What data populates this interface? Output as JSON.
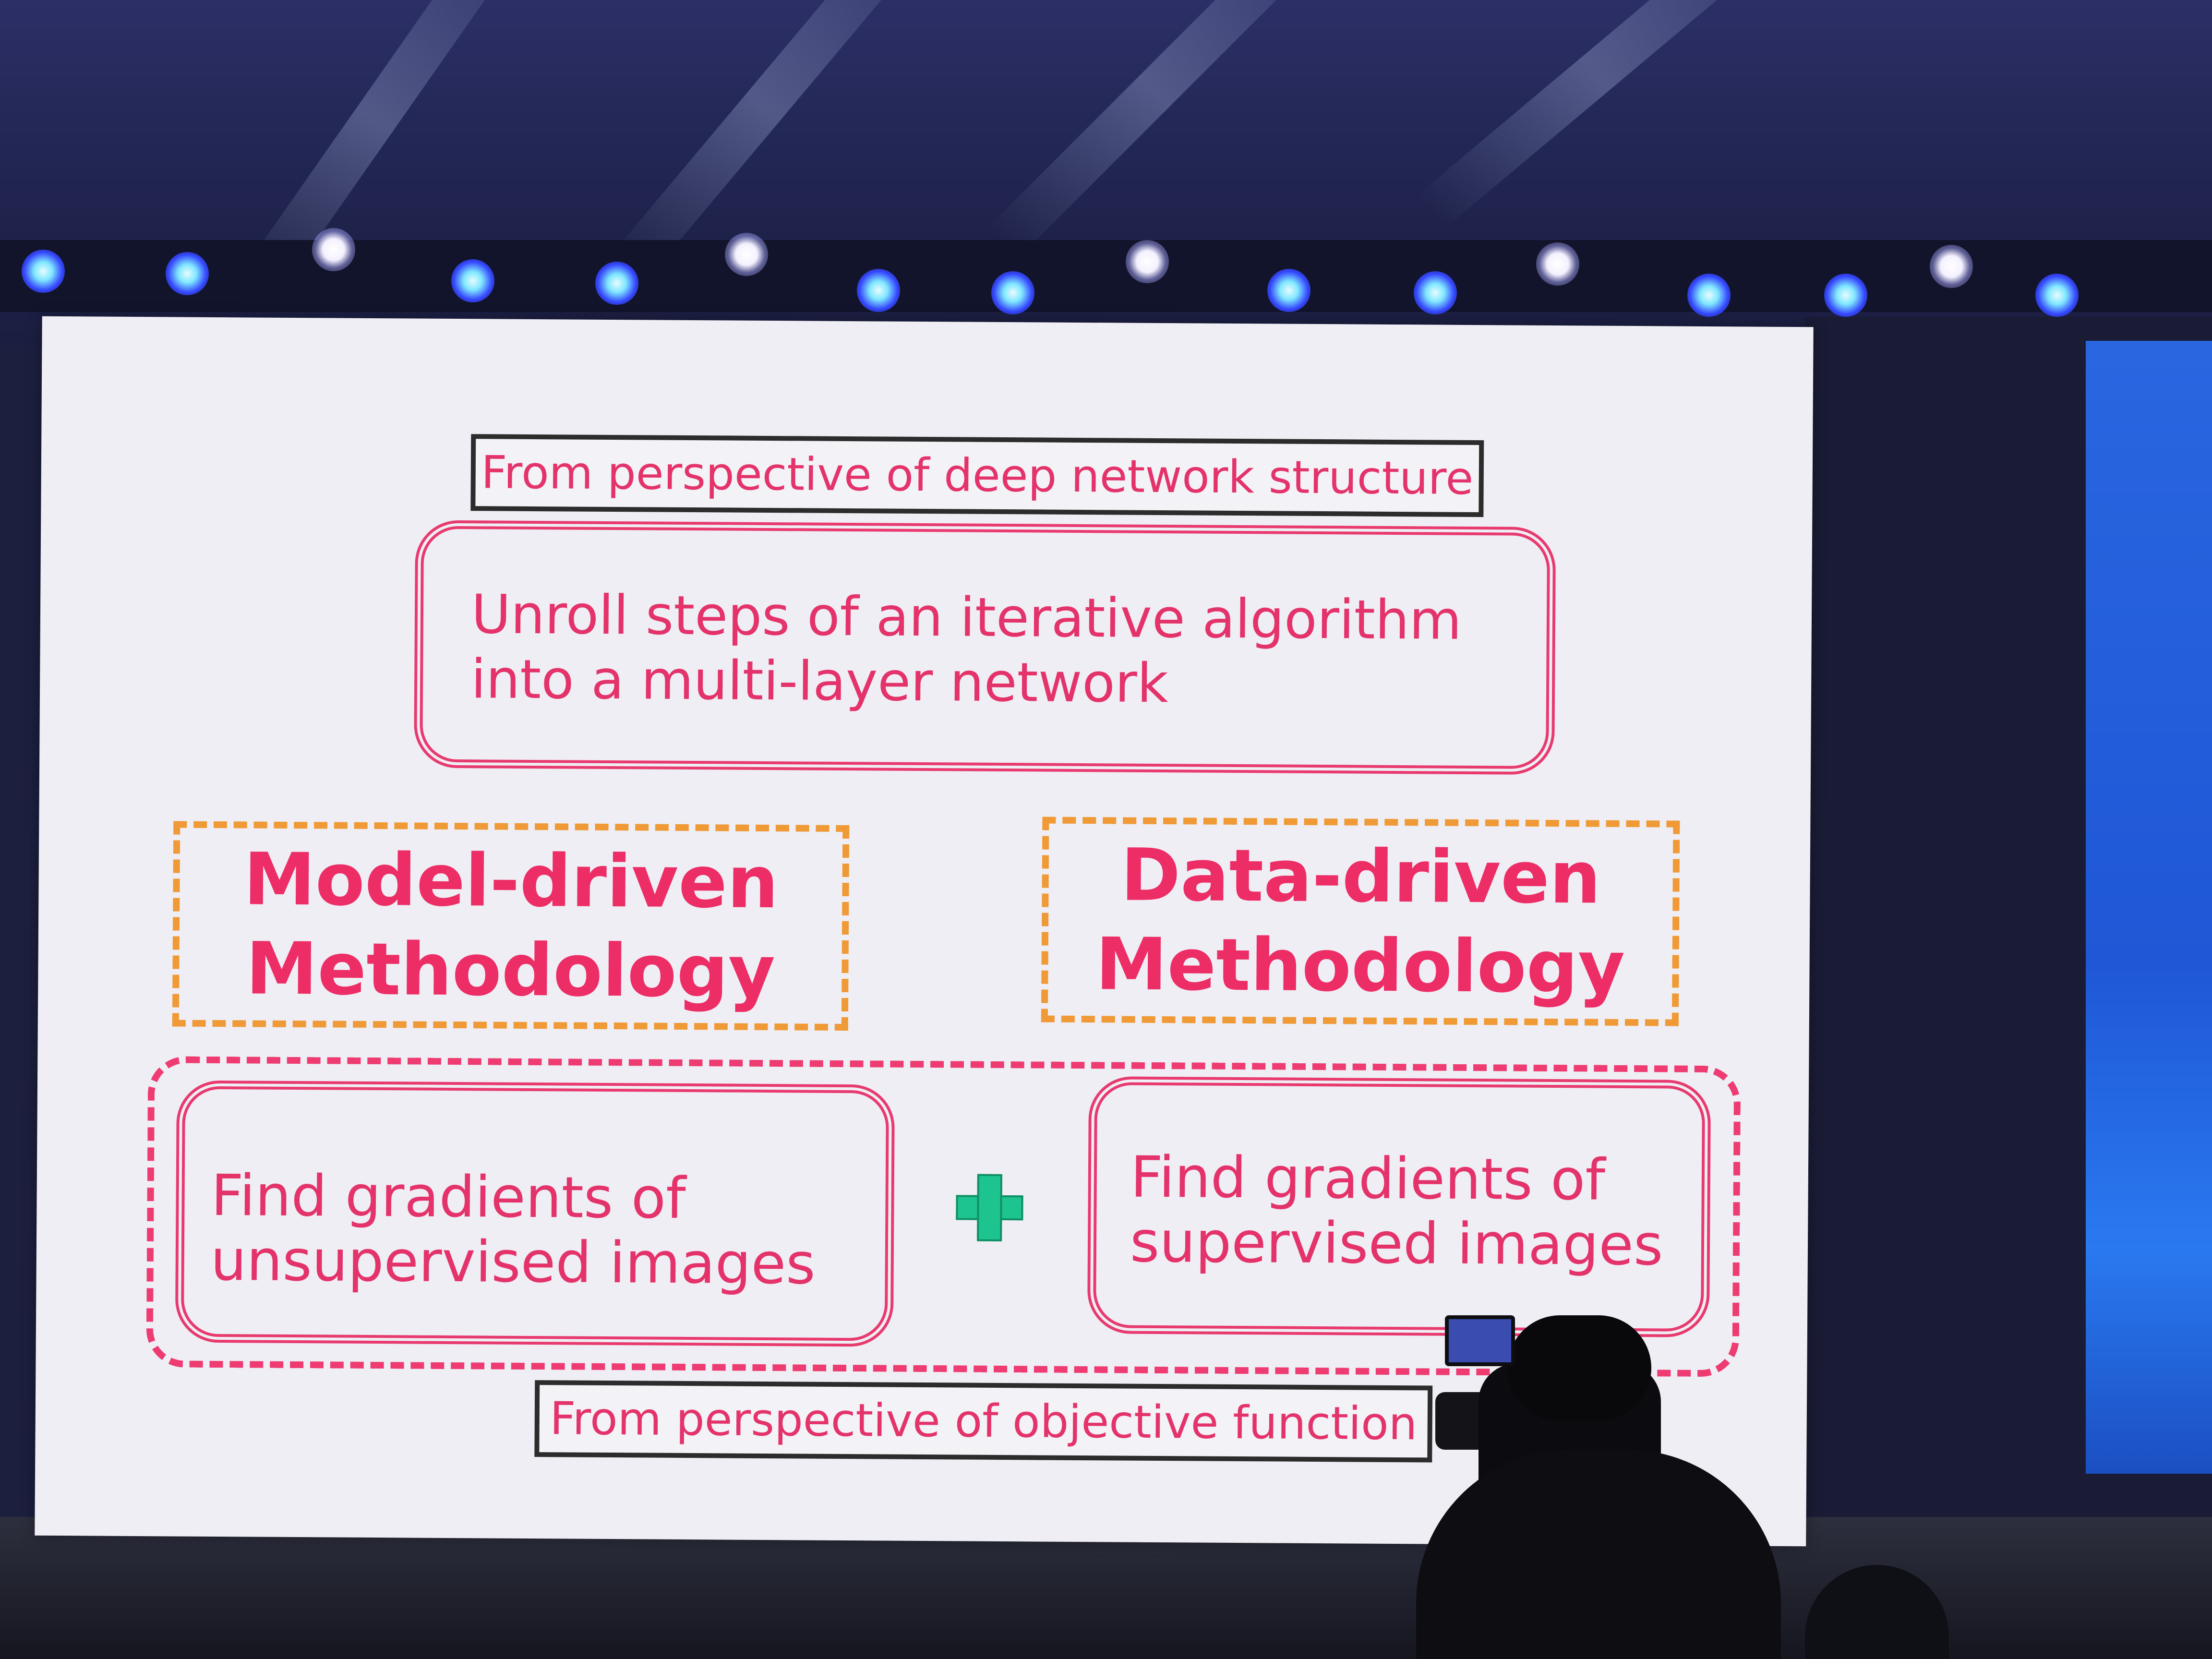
{
  "slide": {
    "top_label": "From  perspective of deep network structure",
    "unroll_line1": "Unroll steps of an iterative algorithm",
    "unroll_line2": "into a multi-layer network",
    "model_driven_line1": "Model-driven",
    "model_driven_line2": "Methodology",
    "data_driven_line1": "Data-driven",
    "data_driven_line2": "Methodology",
    "left_box_line1": "Find gradients of",
    "left_box_line2": "unsupervised images",
    "right_box_line1": "Find gradients of",
    "right_box_line2": "supervised images",
    "bottom_label": "From  perspective of objective function"
  },
  "colors": {
    "pink_text": "#e4336b",
    "orange_dash": "#ef9a36",
    "plus_green": "#1ec48f",
    "slide_bg": "#efeef4"
  },
  "icons": {
    "plus": "plus-icon"
  }
}
